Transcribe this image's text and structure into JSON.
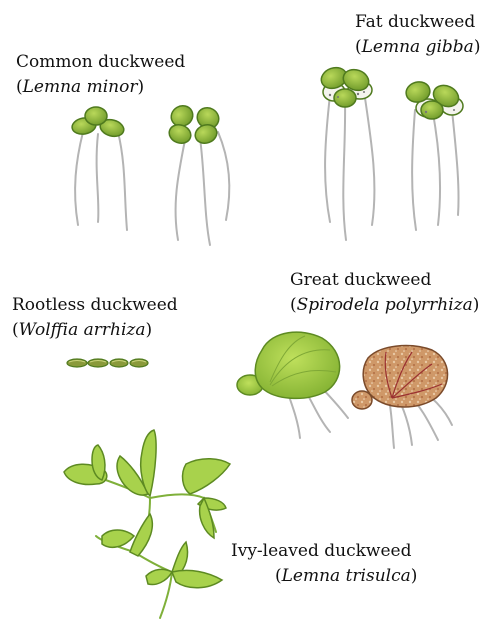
{
  "species": [
    {
      "id": "common",
      "common_name": "Common duckweed",
      "scientific_name": "Lemna minor"
    },
    {
      "id": "fat",
      "common_name": "Fat duckweed",
      "scientific_name": "Lemna gibba"
    },
    {
      "id": "rootless",
      "common_name": "Rootless duckweed",
      "scientific_name": "Wolffia arrhiza"
    },
    {
      "id": "great",
      "common_name": "Great duckweed",
      "scientific_name": "Spirodela polyrrhiza"
    },
    {
      "id": "ivy",
      "common_name": "Ivy-leaved duckweed",
      "scientific_name": "Lemna trisulca"
    }
  ],
  "colors": {
    "frond_fill": "#8db83a",
    "frond_dark": "#4f7a1e",
    "root": "#b4b4b4",
    "great_frond_fill": "#9cc93f",
    "great_underside": "#c98c5e"
  }
}
